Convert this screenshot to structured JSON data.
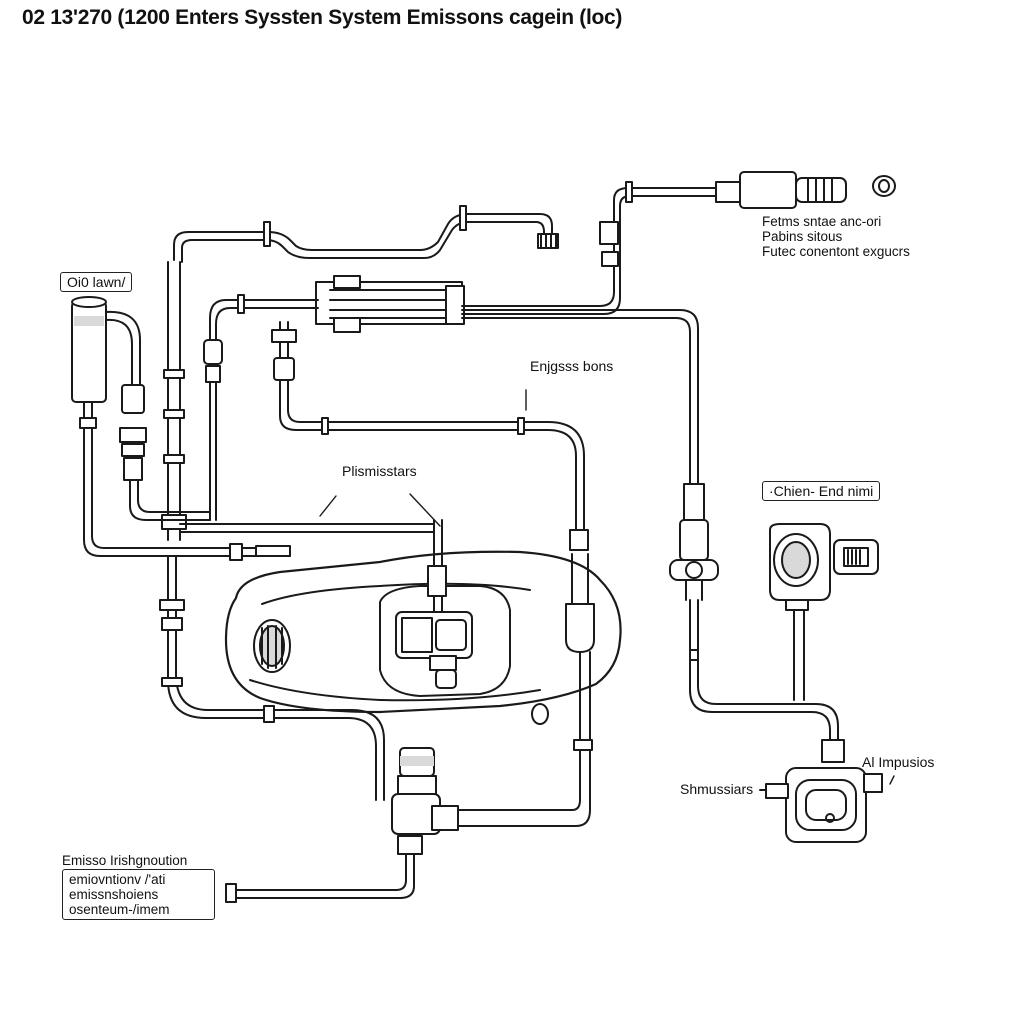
{
  "title": "02 13'270 (1200 Enters Syssten System Emissons cagein (loc)",
  "labels": {
    "top_left_box": "Oi0 lawn/",
    "top_right_notes": [
      "Fetms sntae anc-ori",
      "Pabins sitous",
      "Futec conentont exgucrs"
    ],
    "engyss": "Enjgsss bons",
    "plismissta": "Plismisstars",
    "chien_box": "·Chien- End nimi",
    "al_impusios": "Al Impusios",
    "shmussiars": "Shmussiars",
    "bottom_left": [
      "Emisso Irishgnoution",
      "emiovntionv /'ati",
      "emissnshoiens",
      "osenteum-/imem"
    ]
  },
  "colors": {
    "line": "#1a1a1a",
    "fill": "#ffffff",
    "shade": "#d9d9d9"
  }
}
